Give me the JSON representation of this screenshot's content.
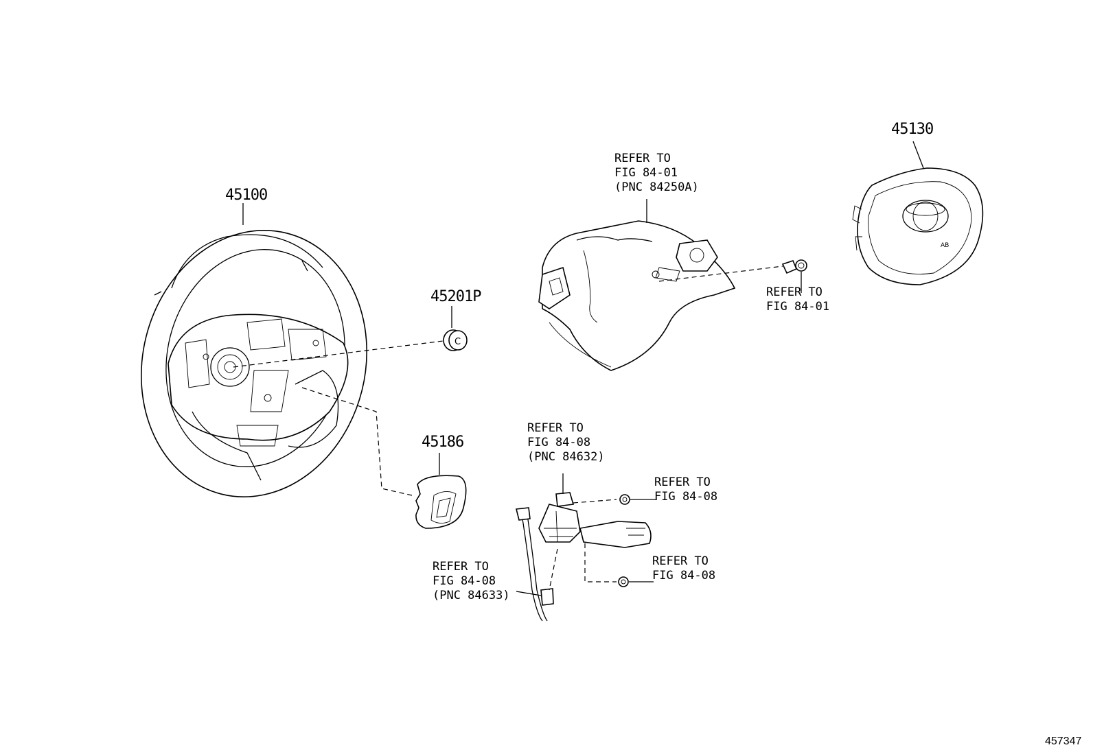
{
  "parts": {
    "p45100": "45100",
    "p45201p": "45201P",
    "p45186": "45186",
    "p45130": "45130"
  },
  "refs": {
    "pad_wire_ref": [
      "REFER TO",
      "FIG 84-01",
      "(PNC 84250A)"
    ],
    "bolt_ref": [
      "REFER TO",
      "FIG 84-01"
    ],
    "clock_spring_ref": [
      "REFER TO",
      "FIG 84-08",
      "(PNC 84632)"
    ],
    "screw_top_ref": [
      "REFER TO",
      "FIG 84-08"
    ],
    "screw_bottom_ref": [
      "REFER TO",
      "FIG 84-08"
    ],
    "harness_ref": [
      "REFER TO",
      "FIG 84-08",
      "(PNC 84633)"
    ]
  },
  "figure_id": "457347"
}
